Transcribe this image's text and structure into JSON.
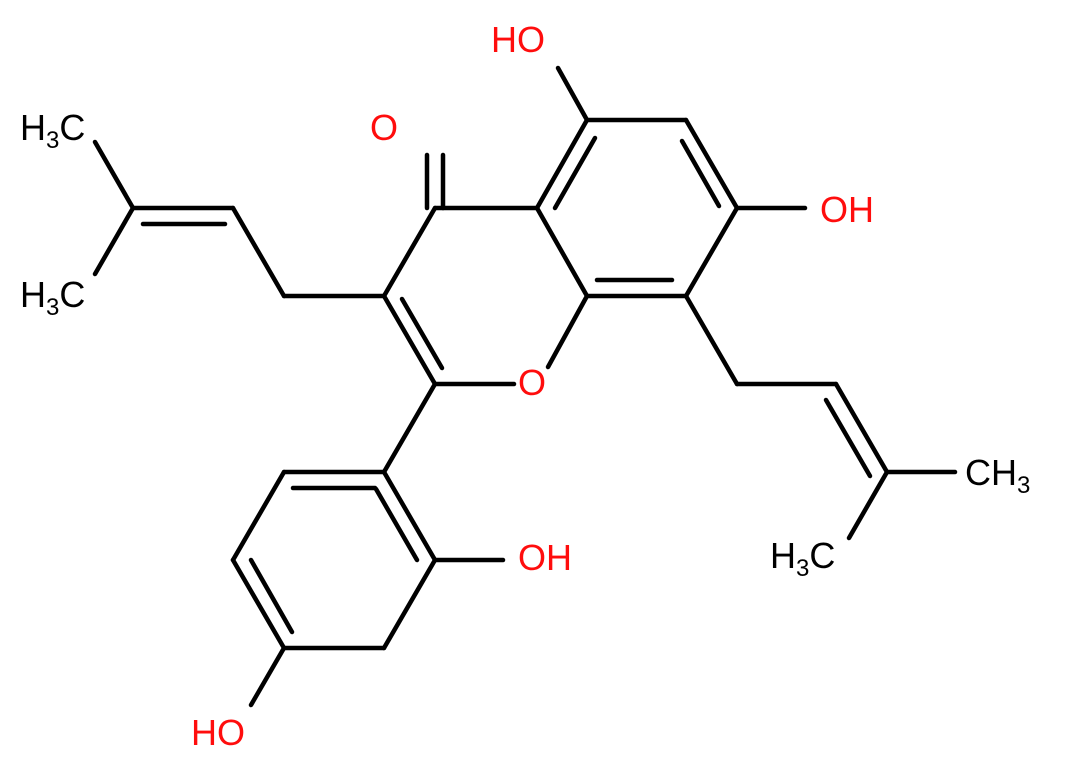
{
  "structure": {
    "colors": {
      "bond": "#000000",
      "oxygen": "#ff0d0d",
      "carbon": "#000000"
    },
    "labels": {
      "oh_c5": "HO",
      "oh_c7": "OH",
      "oh_c2p": "OH",
      "oh_c4p": "HO",
      "carbonyl_o": "O",
      "ring_o": "O",
      "methyl_a": {
        "main": "H",
        "sub": "3",
        "end": "C"
      },
      "methyl_b": {
        "main": "H",
        "sub": "3",
        "end": "C"
      },
      "methyl_c": {
        "main": "CH",
        "sub": "3"
      },
      "methyl_d": {
        "main": "H",
        "sub": "3",
        "end": "C"
      }
    }
  }
}
